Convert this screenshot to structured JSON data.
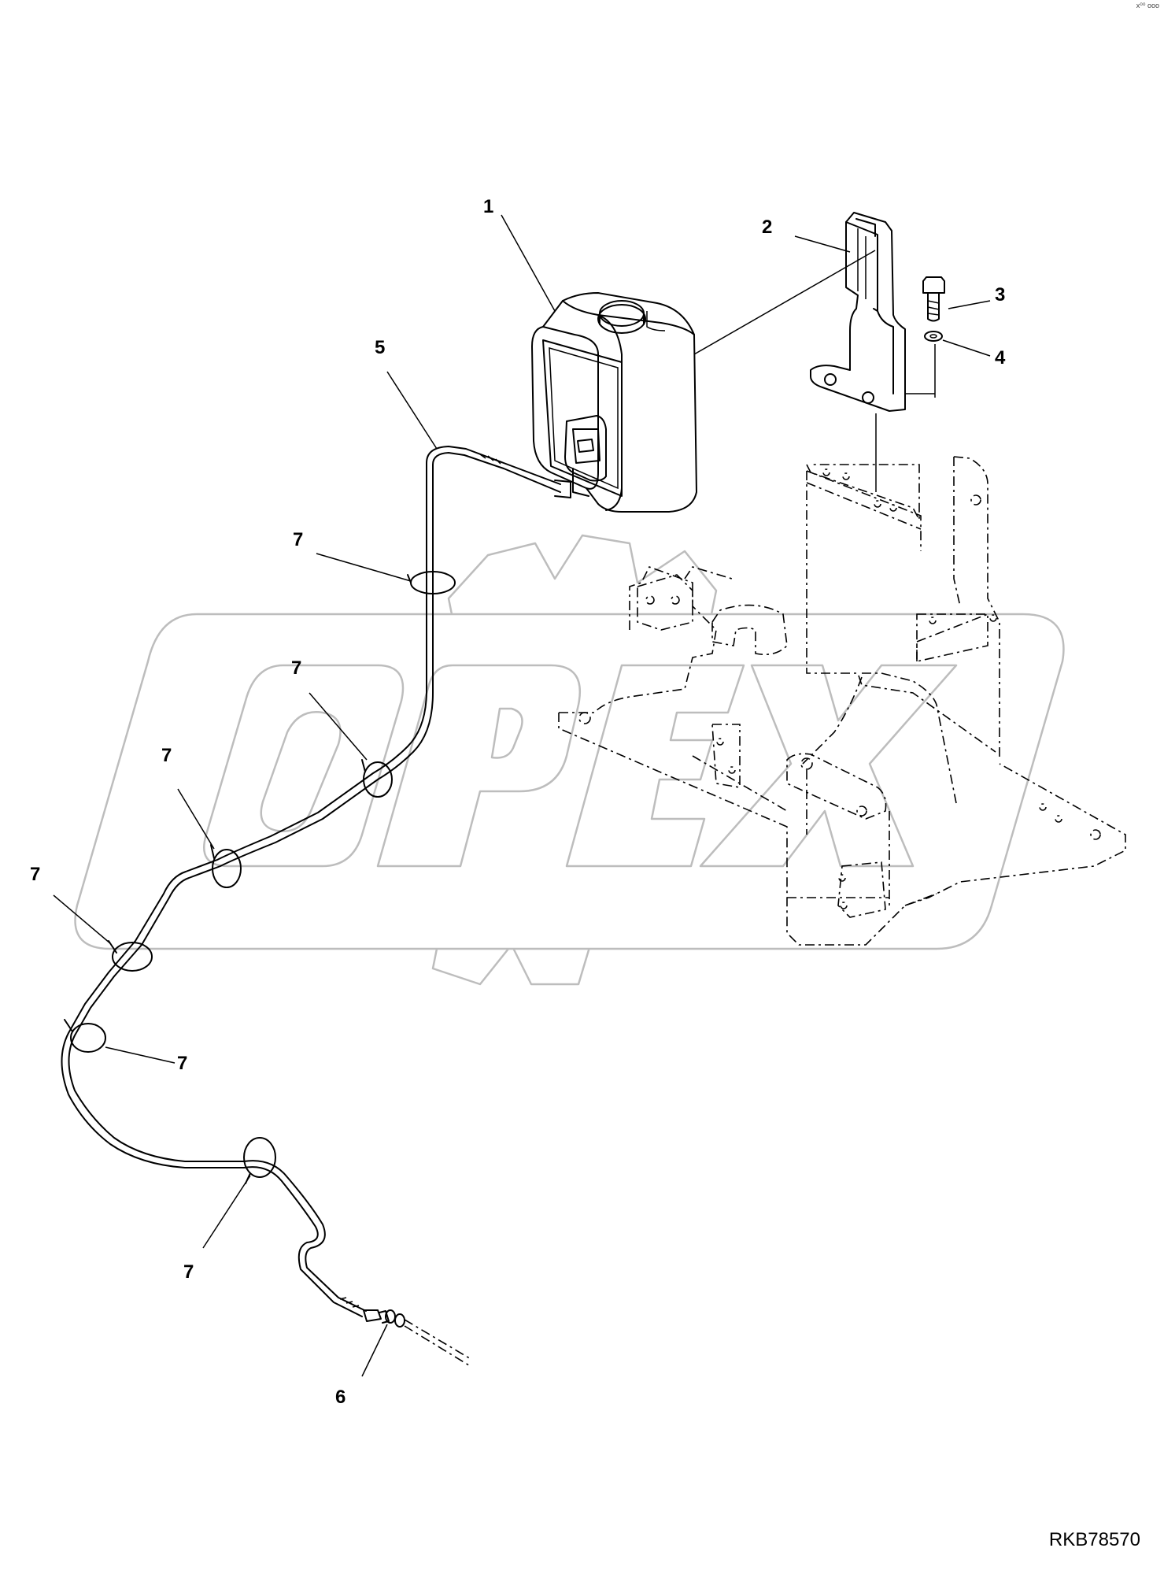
{
  "diagram": {
    "drawing_code": "RKB78570",
    "corner_mark": "x⁰⁰ ooo",
    "watermark_text": "OPEX",
    "callouts": [
      {
        "id": "callout-1",
        "label": "1",
        "part": "washer-tank"
      },
      {
        "id": "callout-2",
        "label": "2",
        "part": "tank-bracket"
      },
      {
        "id": "callout-3",
        "label": "3",
        "part": "bolt"
      },
      {
        "id": "callout-4",
        "label": "4",
        "part": "washer"
      },
      {
        "id": "callout-5",
        "label": "5",
        "part": "washer-hose"
      },
      {
        "id": "callout-6",
        "label": "6",
        "part": "hose-connector"
      },
      {
        "id": "callout-7a",
        "label": "7",
        "part": "hose-clip"
      },
      {
        "id": "callout-7b",
        "label": "7",
        "part": "hose-clip"
      },
      {
        "id": "callout-7c",
        "label": "7",
        "part": "hose-clip"
      },
      {
        "id": "callout-7d",
        "label": "7",
        "part": "hose-clip"
      },
      {
        "id": "callout-7e",
        "label": "7",
        "part": "hose-clip"
      },
      {
        "id": "callout-7f",
        "label": "7",
        "part": "hose-clip"
      }
    ]
  }
}
